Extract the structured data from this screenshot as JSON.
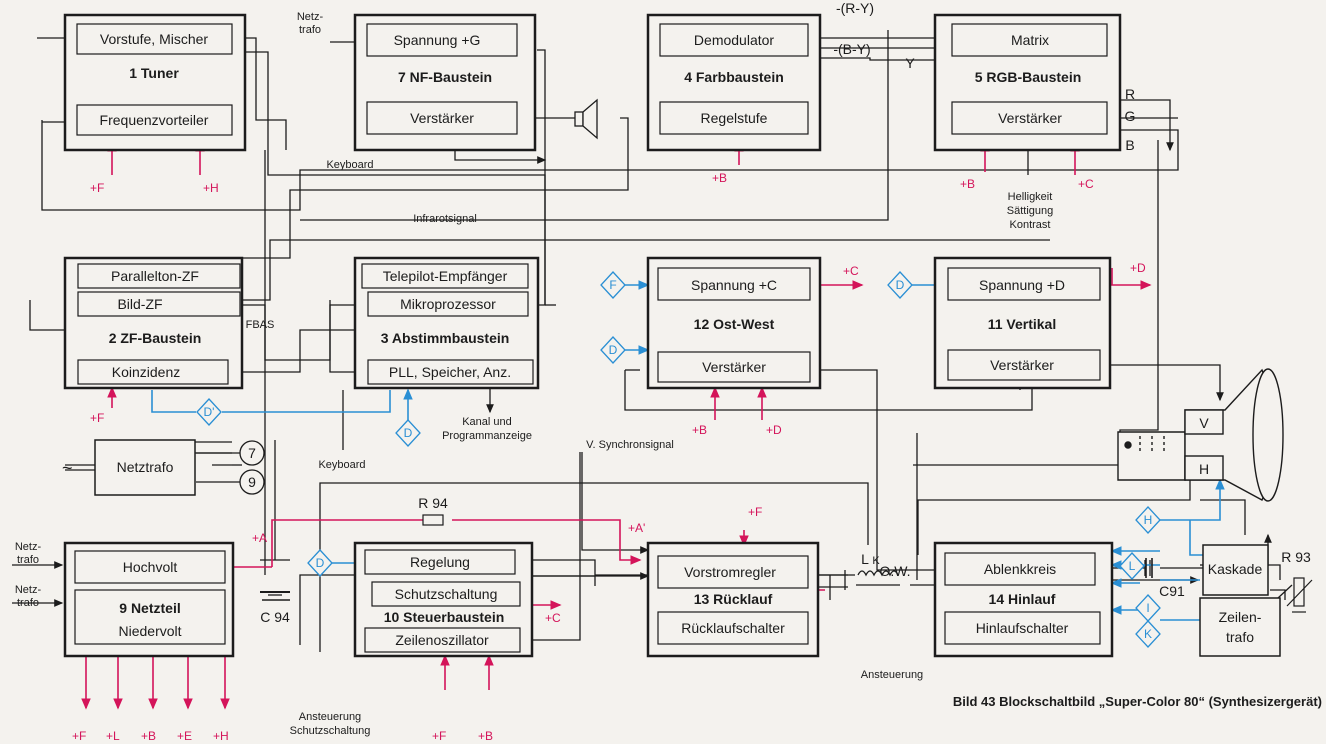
{
  "diagram": {
    "caption": "Bild 43   Blockschaltbild „Super-Color 80“ (Synthesizergerät)",
    "blocks": {
      "tuner": {
        "title": "1 Tuner",
        "sub1": "Vorstufe, Mischer",
        "sub2": "Frequenzvorteiler"
      },
      "nf": {
        "title": "7 NF-Baustein",
        "sub1": "Spannung  +G",
        "sub2": "Verstärker"
      },
      "farb": {
        "title": "4 Farbbaustein",
        "sub1": "Demodulator",
        "sub2": "Regelstufe"
      },
      "rgb": {
        "title": "5 RGB-Baustein",
        "sub1": "Matrix",
        "sub2": "Verstärker"
      },
      "zf": {
        "title": "2 ZF-Baustein",
        "sub1": "Parallelton-ZF",
        "sub2": "Bild-ZF",
        "sub3": "Koinzidenz"
      },
      "abst": {
        "title": "3 Abstimmbaustein",
        "sub1": "Telepilot-Empfänger",
        "sub2": "Mikroprozessor",
        "sub3": "PLL, Speicher, Anz."
      },
      "ost": {
        "title": "12 Ost-West",
        "sub1": "Spannung  +C",
        "sub2": "Verstärker"
      },
      "vert": {
        "title": "11 Vertikal",
        "sub1": "Spannung  +D",
        "sub2": "Verstärker"
      },
      "netzteil": {
        "title": "9 Netzteil",
        "sub1": "Hochvolt",
        "sub2": "Niedervolt"
      },
      "steuer": {
        "title": "10 Steuerbaustein",
        "sub1": "Regelung",
        "sub2": "Schutzschaltung",
        "sub3": "Zeilenoszillator"
      },
      "rueck": {
        "title": "13 Rücklauf",
        "sub1": "Vorstromregler",
        "sub2": "Rücklaufschalter"
      },
      "hin": {
        "title": "14 Hinlauf",
        "sub1": "Ablenkkreis",
        "sub2": "Hinlaufschalter"
      },
      "netztrafo": {
        "title": "Netztrafo"
      },
      "kaskade": {
        "title": "Kaskade"
      },
      "zeilentrafo": {
        "title": "Zeilen-",
        "title2": "trafo"
      }
    },
    "labels": {
      "netztrafo1a": "Netz-",
      "netztrafo1b": "trafo",
      "keyboard1": "Keyboard",
      "keyboard2": "Keyboard",
      "infrarot": "Infrarotsignal",
      "fbas": "FBAS",
      "kanal1": "Kanal und",
      "kanal2": "Programmanzeige",
      "vsync": "V. Synchronsignal",
      "ry": "-(R-Y)",
      "by": "-(B-Y)",
      "y": "Y",
      "r": "R",
      "g": "G",
      "b": "B",
      "hell1": "Helligkeit",
      "hell2": "Sättigung",
      "hell3": "Kontrast",
      "r94": "R 94",
      "c94": "C 94",
      "c91": "C91",
      "r93": "R 93",
      "ow": "O.W.",
      "lk": "L",
      "lk2": "K",
      "anst": "Ansteuerung",
      "anst2a": "Ansteuerung",
      "anst2b": "Schutzschaltung",
      "nt2a": "Netz-",
      "nt2b": "trafo",
      "nt3a": "Netz-",
      "nt3b": "trafo",
      "crt_v": "V",
      "crt_h": "H",
      "c7": "7",
      "c9": "9"
    },
    "power": {
      "f": "+F",
      "h": "+H",
      "b": "+B",
      "c": "+C",
      "d": "+D",
      "a": "+A",
      "a2": "+A'",
      "l": "+L",
      "e": "+E"
    },
    "diamonds": {
      "f": "F",
      "d": "D",
      "d2": "D'",
      "h": "H",
      "l": "L",
      "i": "I",
      "k": "K"
    },
    "colors": {
      "line": "#1c1c1c",
      "power": "#d4145a",
      "signal": "#2a8fd4",
      "fill": "#f4f2ee"
    }
  }
}
